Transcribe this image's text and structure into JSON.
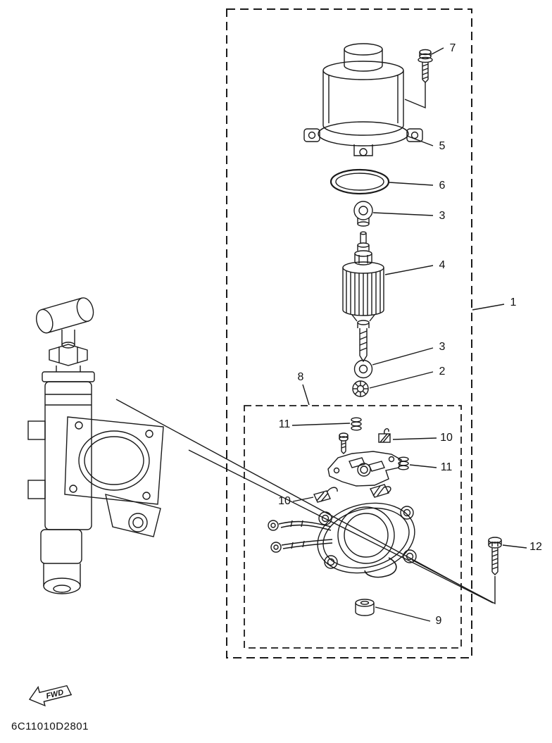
{
  "diagram": {
    "code": "6C11010D2801",
    "fwd_label": "FWD",
    "callouts": [
      {
        "label": "7"
      },
      {
        "label": "5"
      },
      {
        "label": "6"
      },
      {
        "label": "3"
      },
      {
        "label": "4"
      },
      {
        "label": "1"
      },
      {
        "label": "3"
      },
      {
        "label": "2"
      },
      {
        "label": "8"
      },
      {
        "label": "11"
      },
      {
        "label": "10"
      },
      {
        "label": "11"
      },
      {
        "label": "10"
      },
      {
        "label": "12"
      },
      {
        "label": "9"
      }
    ]
  }
}
